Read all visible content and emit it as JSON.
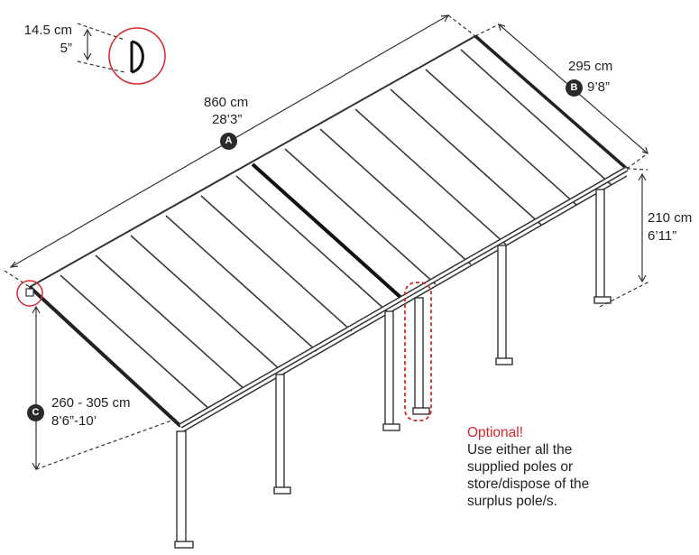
{
  "dimensions": {
    "profile": {
      "metric": "14.5 cm",
      "imperial": "5”"
    },
    "length": {
      "marker": "A",
      "metric": "860 cm",
      "imperial": "28’3”"
    },
    "width": {
      "marker": "B",
      "metric": "295 cm",
      "imperial": "9’8”"
    },
    "rear_height": {
      "metric": "210 cm",
      "imperial": "6’11”"
    },
    "front_height": {
      "marker": "C",
      "metric": "260 - 305 cm",
      "imperial": "8’6”-10’"
    }
  },
  "note": {
    "title": "Optional!",
    "lines": [
      "Use either all the",
      "supplied poles or",
      "store/dispose of the",
      "surplus pole/s."
    ]
  },
  "colors": {
    "highlight": "#d9262a",
    "line": "#333333",
    "badge": "#2a2a2a"
  }
}
